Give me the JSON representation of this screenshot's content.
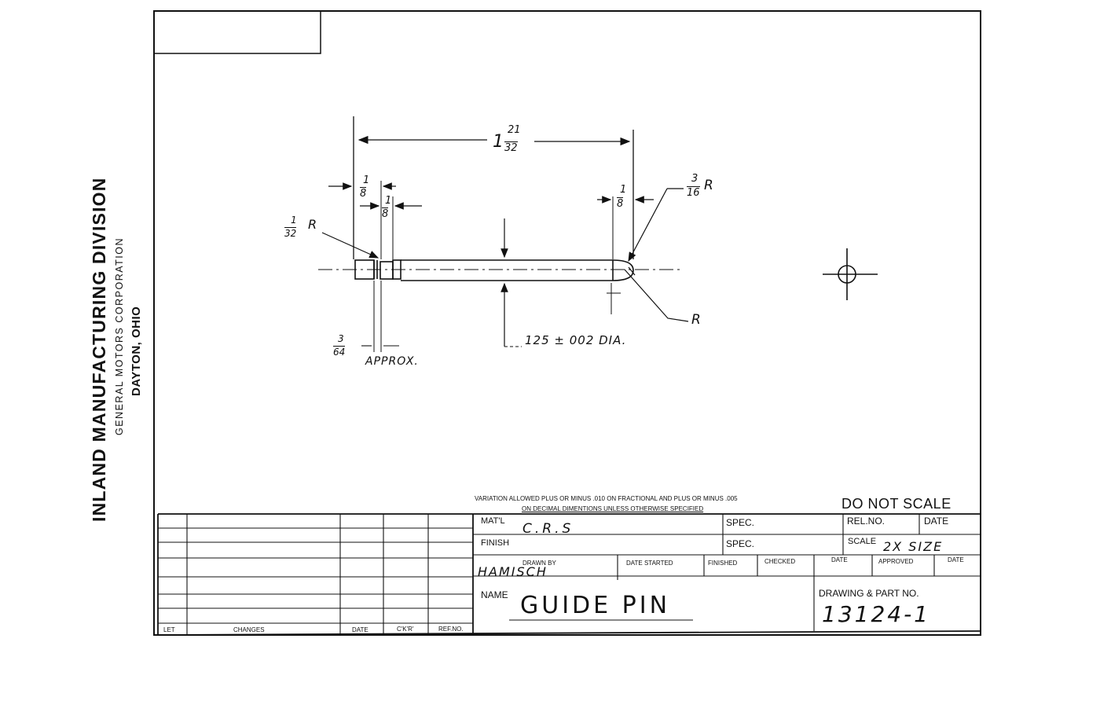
{
  "company": {
    "division": "INLAND MANUFACTURING DIVISION",
    "corporation": "GENERAL MOTORS CORPORATION",
    "location": "DAYTON, OHIO"
  },
  "dimensions": {
    "overall_length_whole": "1",
    "overall_length_num": "21",
    "overall_length_den": "32",
    "head_width_num": "1",
    "head_width_den": "8",
    "groove_width_num": "1",
    "groove_width_den": "8",
    "groove_radius_num": "1",
    "groove_radius_den": "32",
    "groove_radius_suffix": "R",
    "tip_offset_num": "1",
    "tip_offset_den": "8",
    "tip_radius_num": "3",
    "tip_radius_den": "16",
    "tip_radius_suffix": "R",
    "collar_num": "3",
    "collar_den": "64",
    "collar_note": "APPROX.",
    "diameter": "125 ± 002 DIA.",
    "end_radius": "R"
  },
  "tolerance_note": {
    "line1": "VARIATION ALLOWED PLUS OR MINUS .010 ON FRACTIONAL AND PLUS OR MINUS .005",
    "line2": "ON DECIMAL DIMENTIONS UNLESS OTHERWISE SPECIFIED"
  },
  "do_not_scale": "DO NOT SCALE",
  "title_block": {
    "matl_label": "MAT'L",
    "matl_value": "C.R.S",
    "spec_label_1": "SPEC.",
    "rel_no_label": "REL.NO.",
    "date_label_1": "DATE",
    "finish_label": "FINISH",
    "spec_label_2": "SPEC.",
    "scale_label": "SCALE",
    "scale_value": "2X SIZE",
    "drawn_by_label": "DRAWN BY",
    "drawn_by_value": "HAMISCH",
    "date_started_label": "DATE STARTED",
    "finished_label": "FINISHED",
    "checked_label": "CHECKED",
    "date_label_2": "DATE",
    "approved_label": "APPROVED",
    "date_label_3": "DATE",
    "name_label": "NAME",
    "name_value": "GUIDE PIN",
    "part_no_label": "DRAWING & PART NO.",
    "part_no_value": "13124-1"
  },
  "revision_block": {
    "let": "LET",
    "changes": "CHANGES",
    "date": "DATE",
    "ckr": "C'K'R'",
    "ref_no": "REF.NO."
  }
}
